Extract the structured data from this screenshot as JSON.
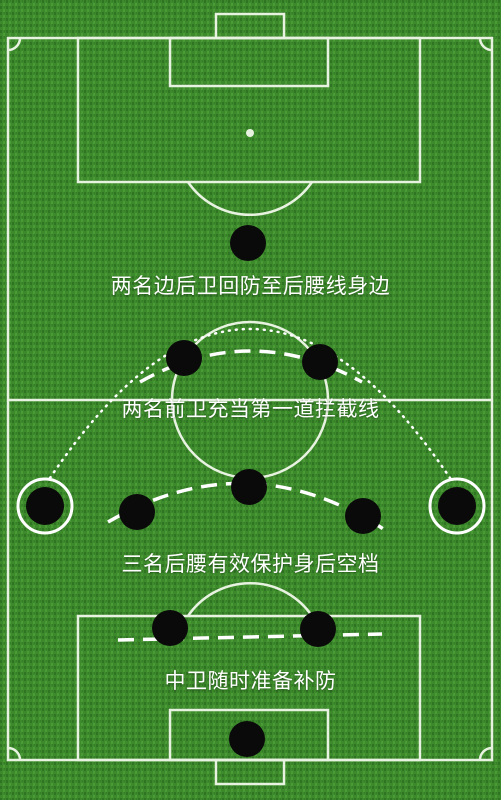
{
  "colors": {
    "grass_dark": "#2f7423",
    "grass_light": "#4a9a36",
    "lines": "#e8f2e0",
    "player": "#0a0a0a",
    "annotation": "#ffffff"
  },
  "players": [
    {
      "role": "goalkeeper-top"
    },
    {
      "role": "back-left"
    },
    {
      "role": "back-right"
    },
    {
      "role": "wide-left"
    },
    {
      "role": "wide-right"
    },
    {
      "role": "midfield-left"
    },
    {
      "role": "midfield-center"
    },
    {
      "role": "midfield-right"
    },
    {
      "role": "forward-left"
    },
    {
      "role": "forward-right"
    },
    {
      "role": "goalkeeper-bottom"
    }
  ],
  "captions": {
    "line1": "两名边后卫回防至后腰线身边",
    "line2": "两名前卫充当第一道拦截线",
    "line3": "三名后腰有效保护身后空档",
    "line4": "中卫随时准备补防"
  }
}
